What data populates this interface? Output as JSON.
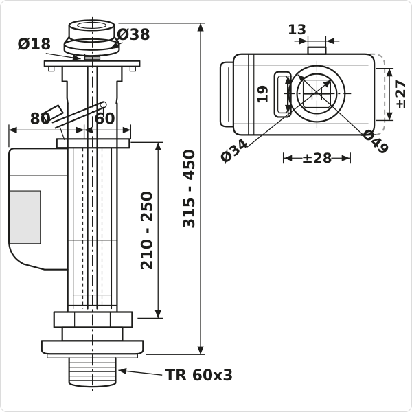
{
  "drawing": {
    "colors": {
      "line": "#1d1d1b",
      "hidden_line": "#9d9d9c",
      "shade": "#e4e4e4",
      "frame": "#dcdcdc",
      "background": "#ffffff"
    },
    "front_view": {
      "dim_d18": "Ø18",
      "dim_d38": "Ø38",
      "dim_80": "80",
      "dim_60": "60",
      "dim_210_250": "210 - 250",
      "dim_315_450": "315 - 450",
      "dim_thread": "TR 60x3"
    },
    "top_view": {
      "dim_13": "13",
      "dim_19": "19",
      "dim_27": "±27",
      "dim_d34": "Ø34",
      "dim_28": "±28",
      "dim_d49": "Ø49"
    }
  }
}
